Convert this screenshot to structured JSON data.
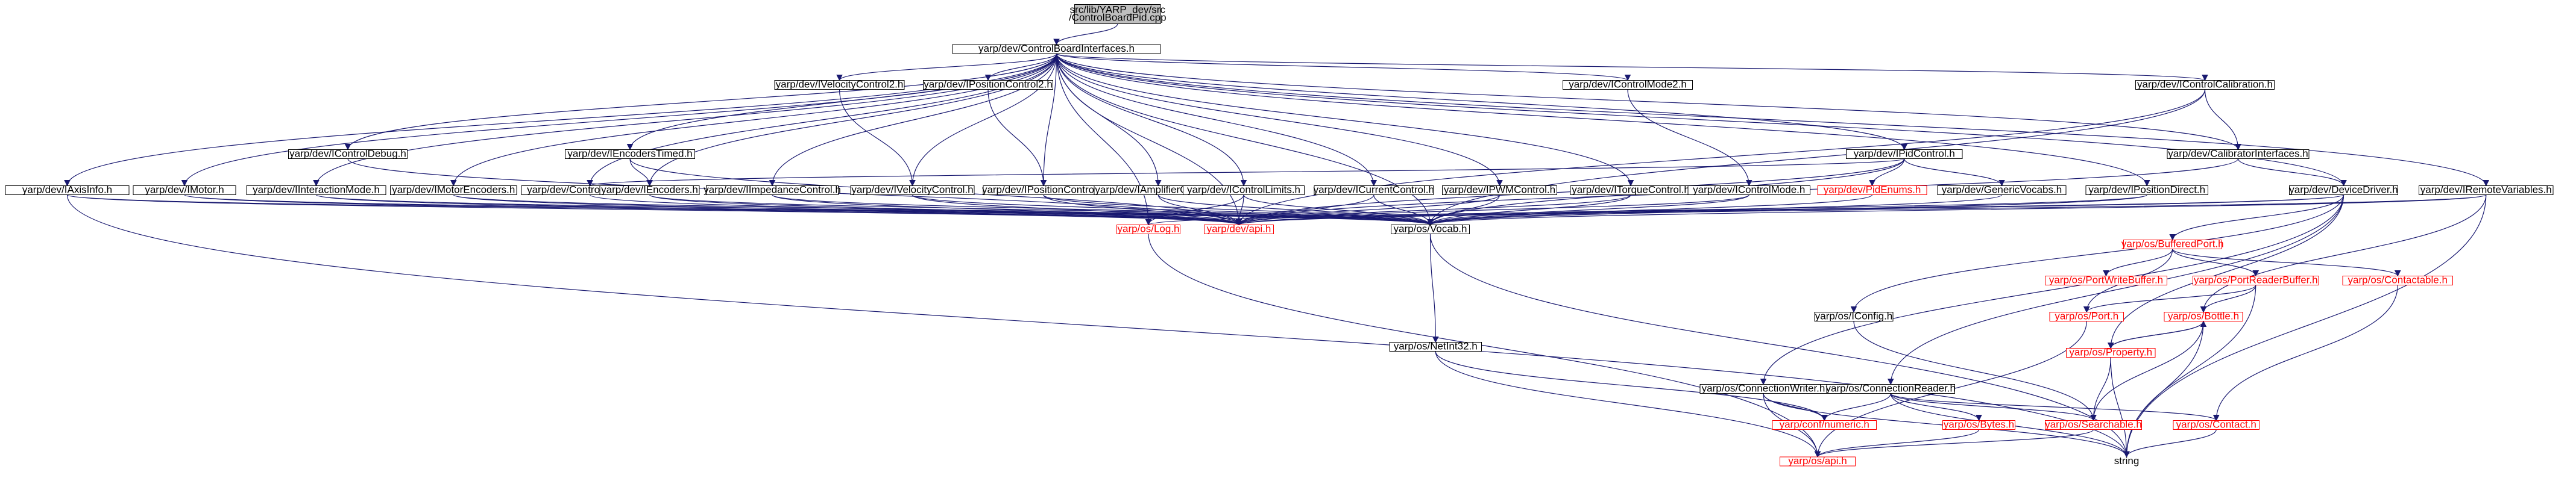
{
  "colors": {
    "edge": "#191970",
    "node_border": "#000000",
    "node_fill": "#ffffff",
    "root_fill": "#bfbfbf",
    "label_normal": "#000000",
    "label_missing": "#ff0000",
    "background": "#ffffff"
  },
  "nodes": [
    {
      "id": "root",
      "lines": [
        "src/lib/YARP_dev/src",
        "/ControlBoardPid.cpp"
      ],
      "kind": "root"
    },
    {
      "id": "cbi",
      "lines": [
        "yarp/dev/ControlBoardInterfaces.h"
      ],
      "kind": "normal"
    },
    {
      "id": "iaxisinfo",
      "lines": [
        "yarp/dev/IAxisInfo.h"
      ],
      "kind": "normal"
    },
    {
      "id": "imotor",
      "lines": [
        "yarp/dev/IMotor.h"
      ],
      "kind": "normal"
    },
    {
      "id": "icontroldebug",
      "lines": [
        "yarp/dev/IControlDebug.h"
      ],
      "kind": "normal"
    },
    {
      "id": "iinteractionmode",
      "lines": [
        "yarp/dev/IInteractionMode.h"
      ],
      "kind": "normal"
    },
    {
      "id": "imotorencoders",
      "lines": [
        "yarp/dev/IMotorEncoders.h"
      ],
      "kind": "normal"
    },
    {
      "id": "controlboardpid",
      "lines": [
        "yarp/dev/ControlBoardPid.h"
      ],
      "kind": "normal"
    },
    {
      "id": "iencoderstimed",
      "lines": [
        "yarp/dev/IEncodersTimed.h"
      ],
      "kind": "normal"
    },
    {
      "id": "iencoders",
      "lines": [
        "yarp/dev/IEncoders.h"
      ],
      "kind": "normal"
    },
    {
      "id": "iimpedancecontrol",
      "lines": [
        "yarp/dev/IImpedanceControl.h"
      ],
      "kind": "normal"
    },
    {
      "id": "ivelocitycontrol2",
      "lines": [
        "yarp/dev/IVelocityControl2.h"
      ],
      "kind": "normal"
    },
    {
      "id": "ivelocitycontrol",
      "lines": [
        "yarp/dev/IVelocityControl.h"
      ],
      "kind": "normal"
    },
    {
      "id": "ipositioncontrol2",
      "lines": [
        "yarp/dev/IPositionControl2.h"
      ],
      "kind": "normal"
    },
    {
      "id": "ipositioncontrol",
      "lines": [
        "yarp/dev/IPositionControl.h"
      ],
      "kind": "normal"
    },
    {
      "id": "iamplifiercontrol",
      "lines": [
        "yarp/dev/IAmplifierControl.h"
      ],
      "kind": "normal"
    },
    {
      "id": "icontrollimits",
      "lines": [
        "yarp/dev/IControlLimits.h"
      ],
      "kind": "normal"
    },
    {
      "id": "icurrentcontrol",
      "lines": [
        "yarp/dev/ICurrentControl.h"
      ],
      "kind": "normal"
    },
    {
      "id": "ipwmcontrol",
      "lines": [
        "yarp/dev/IPWMControl.h"
      ],
      "kind": "normal"
    },
    {
      "id": "itorquecontrol",
      "lines": [
        "yarp/dev/ITorqueControl.h"
      ],
      "kind": "normal"
    },
    {
      "id": "icontrolmode2",
      "lines": [
        "yarp/dev/IControlMode2.h"
      ],
      "kind": "normal"
    },
    {
      "id": "icontrolmode",
      "lines": [
        "yarp/dev/IControlMode.h"
      ],
      "kind": "normal"
    },
    {
      "id": "ipidcontrol",
      "lines": [
        "yarp/dev/IPidControl.h"
      ],
      "kind": "normal"
    },
    {
      "id": "pidenums",
      "lines": [
        "yarp/dev/PidEnums.h"
      ],
      "kind": "missing"
    },
    {
      "id": "genericvocabs",
      "lines": [
        "yarp/dev/GenericVocabs.h"
      ],
      "kind": "normal"
    },
    {
      "id": "ipositiondirect",
      "lines": [
        "yarp/dev/IPositionDirect.h"
      ],
      "kind": "normal"
    },
    {
      "id": "icontrolcalibration",
      "lines": [
        "yarp/dev/IControlCalibration.h"
      ],
      "kind": "normal"
    },
    {
      "id": "calibratorinterfaces",
      "lines": [
        "yarp/dev/CalibratorInterfaces.h"
      ],
      "kind": "normal"
    },
    {
      "id": "devicedriver",
      "lines": [
        "yarp/dev/DeviceDriver.h"
      ],
      "kind": "normal"
    },
    {
      "id": "iremotevariables",
      "lines": [
        "yarp/dev/IRemoteVariables.h"
      ],
      "kind": "normal"
    },
    {
      "id": "log",
      "lines": [
        "yarp/os/Log.h"
      ],
      "kind": "missing"
    },
    {
      "id": "devapi",
      "lines": [
        "yarp/dev/api.h"
      ],
      "kind": "missing"
    },
    {
      "id": "vocab",
      "lines": [
        "yarp/os/Vocab.h"
      ],
      "kind": "normal"
    },
    {
      "id": "netint32",
      "lines": [
        "yarp/os/NetInt32.h"
      ],
      "kind": "normal"
    },
    {
      "id": "iconfig",
      "lines": [
        "yarp/os/IConfig.h"
      ],
      "kind": "normal"
    },
    {
      "id": "bufferedport",
      "lines": [
        "yarp/os/BufferedPort.h"
      ],
      "kind": "missing"
    },
    {
      "id": "portwritebuffer",
      "lines": [
        "yarp/os/PortWriteBuffer.h"
      ],
      "kind": "missing"
    },
    {
      "id": "portreaderbuffer",
      "lines": [
        "yarp/os/PortReaderBuffer.h"
      ],
      "kind": "missing"
    },
    {
      "id": "contactable",
      "lines": [
        "yarp/os/Contactable.h"
      ],
      "kind": "missing"
    },
    {
      "id": "port",
      "lines": [
        "yarp/os/Port.h"
      ],
      "kind": "missing"
    },
    {
      "id": "bottle",
      "lines": [
        "yarp/os/Bottle.h"
      ],
      "kind": "missing"
    },
    {
      "id": "property",
      "lines": [
        "yarp/os/Property.h"
      ],
      "kind": "missing"
    },
    {
      "id": "connectionwriter",
      "lines": [
        "yarp/os/ConnectionWriter.h"
      ],
      "kind": "normal"
    },
    {
      "id": "connectionreader",
      "lines": [
        "yarp/os/ConnectionReader.h"
      ],
      "kind": "normal"
    },
    {
      "id": "confignumeric",
      "lines": [
        "yarp/conf/numeric.h"
      ],
      "kind": "missing"
    },
    {
      "id": "bytes",
      "lines": [
        "yarp/os/Bytes.h"
      ],
      "kind": "missing"
    },
    {
      "id": "searchable",
      "lines": [
        "yarp/os/Searchable.h"
      ],
      "kind": "missing"
    },
    {
      "id": "contact",
      "lines": [
        "yarp/os/Contact.h"
      ],
      "kind": "missing"
    },
    {
      "id": "osapi",
      "lines": [
        "yarp/os/api.h"
      ],
      "kind": "missing"
    },
    {
      "id": "string",
      "lines": [
        "string"
      ],
      "kind": "plain"
    }
  ],
  "edges": [
    [
      "root",
      "cbi"
    ],
    [
      "cbi",
      "iaxisinfo"
    ],
    [
      "cbi",
      "imotor"
    ],
    [
      "cbi",
      "icontroldebug"
    ],
    [
      "cbi",
      "iinteractionmode"
    ],
    [
      "cbi",
      "imotorencoders"
    ],
    [
      "cbi",
      "controlboardpid"
    ],
    [
      "cbi",
      "iencoderstimed"
    ],
    [
      "cbi",
      "iencoders"
    ],
    [
      "cbi",
      "iimpedancecontrol"
    ],
    [
      "cbi",
      "ivelocitycontrol2"
    ],
    [
      "cbi",
      "ivelocitycontrol"
    ],
    [
      "cbi",
      "ipositioncontrol2"
    ],
    [
      "cbi",
      "ipositioncontrol"
    ],
    [
      "cbi",
      "iamplifiercontrol"
    ],
    [
      "cbi",
      "icontrollimits"
    ],
    [
      "cbi",
      "icurrentcontrol"
    ],
    [
      "cbi",
      "ipwmcontrol"
    ],
    [
      "cbi",
      "itorquecontrol"
    ],
    [
      "cbi",
      "icontrolmode2"
    ],
    [
      "cbi",
      "ipidcontrol"
    ],
    [
      "cbi",
      "ipositiondirect"
    ],
    [
      "cbi",
      "icontrolcalibration"
    ],
    [
      "cbi",
      "calibratorinterfaces"
    ],
    [
      "cbi",
      "devicedriver"
    ],
    [
      "cbi",
      "iremotevariables"
    ],
    [
      "cbi",
      "vocab"
    ],
    [
      "cbi",
      "devapi"
    ],
    [
      "cbi",
      "log"
    ],
    [
      "icontroldebug",
      "devapi"
    ],
    [
      "iaxisinfo",
      "devapi"
    ],
    [
      "iaxisinfo",
      "vocab"
    ],
    [
      "iaxisinfo",
      "string"
    ],
    [
      "imotor",
      "devapi"
    ],
    [
      "imotor",
      "vocab"
    ],
    [
      "iinteractionmode",
      "devapi"
    ],
    [
      "iinteractionmode",
      "vocab"
    ],
    [
      "imotorencoders",
      "devapi"
    ],
    [
      "imotorencoders",
      "vocab"
    ],
    [
      "iencoderstimed",
      "iencoders"
    ],
    [
      "iencoderstimed",
      "devapi"
    ],
    [
      "iencoders",
      "devapi"
    ],
    [
      "iencoders",
      "vocab"
    ],
    [
      "controlboardpid",
      "devapi"
    ],
    [
      "iimpedancecontrol",
      "devapi"
    ],
    [
      "iimpedancecontrol",
      "vocab"
    ],
    [
      "ivelocitycontrol2",
      "ivelocitycontrol"
    ],
    [
      "ivelocitycontrol",
      "devapi"
    ],
    [
      "ivelocitycontrol",
      "vocab"
    ],
    [
      "ipositioncontrol2",
      "ipositioncontrol"
    ],
    [
      "ipositioncontrol",
      "devapi"
    ],
    [
      "ipositioncontrol",
      "vocab"
    ],
    [
      "iamplifiercontrol",
      "devapi"
    ],
    [
      "iamplifiercontrol",
      "vocab"
    ],
    [
      "icontrollimits",
      "devapi"
    ],
    [
      "icontrollimits",
      "vocab"
    ],
    [
      "icontrollimits",
      "log"
    ],
    [
      "icurrentcontrol",
      "devapi"
    ],
    [
      "icurrentcontrol",
      "vocab"
    ],
    [
      "ipwmcontrol",
      "devapi"
    ],
    [
      "ipwmcontrol",
      "vocab"
    ],
    [
      "itorquecontrol",
      "devapi"
    ],
    [
      "itorquecontrol",
      "vocab"
    ],
    [
      "icontrolmode2",
      "icontrolmode"
    ],
    [
      "icontrolmode",
      "devapi"
    ],
    [
      "icontrolmode",
      "vocab"
    ],
    [
      "ipidcontrol",
      "controlboardpid"
    ],
    [
      "ipidcontrol",
      "pidenums"
    ],
    [
      "ipidcontrol",
      "genericvocabs"
    ],
    [
      "ipidcontrol",
      "devapi"
    ],
    [
      "ipidcontrol",
      "vocab"
    ],
    [
      "pidenums",
      "vocab"
    ],
    [
      "genericvocabs",
      "vocab"
    ],
    [
      "ipositiondirect",
      "devapi"
    ],
    [
      "ipositiondirect",
      "vocab"
    ],
    [
      "icontrolcalibration",
      "calibratorinterfaces"
    ],
    [
      "icontrolcalibration",
      "devapi"
    ],
    [
      "icontrolcalibration",
      "vocab"
    ],
    [
      "calibratorinterfaces",
      "devicedriver"
    ],
    [
      "calibratorinterfaces",
      "devapi"
    ],
    [
      "devicedriver",
      "iconfig"
    ],
    [
      "devicedriver",
      "bufferedport"
    ],
    [
      "devicedriver",
      "connectionwriter"
    ],
    [
      "devicedriver",
      "connectionreader"
    ],
    [
      "devicedriver",
      "property"
    ],
    [
      "devicedriver",
      "devapi"
    ],
    [
      "devicedriver",
      "log"
    ],
    [
      "iremotevariables",
      "bottle"
    ],
    [
      "iremotevariables",
      "devapi"
    ],
    [
      "iremotevariables",
      "vocab"
    ],
    [
      "iremotevariables",
      "string"
    ],
    [
      "log",
      "osapi"
    ],
    [
      "vocab",
      "netint32"
    ],
    [
      "vocab",
      "string"
    ],
    [
      "netint32",
      "confignumeric"
    ],
    [
      "netint32",
      "osapi"
    ],
    [
      "iconfig",
      "searchable"
    ],
    [
      "bufferedport",
      "portwritebuffer"
    ],
    [
      "bufferedport",
      "portreaderbuffer"
    ],
    [
      "bufferedport",
      "contactable"
    ],
    [
      "bufferedport",
      "port"
    ],
    [
      "portreaderbuffer",
      "port"
    ],
    [
      "portreaderbuffer",
      "bottle"
    ],
    [
      "portreaderbuffer",
      "string"
    ],
    [
      "contactable",
      "contact"
    ],
    [
      "port",
      "osapi"
    ],
    [
      "bottle",
      "property"
    ],
    [
      "bottle",
      "searchable"
    ],
    [
      "bottle",
      "string"
    ],
    [
      "property",
      "bottle"
    ],
    [
      "property",
      "searchable"
    ],
    [
      "property",
      "string"
    ],
    [
      "connectionwriter",
      "confignumeric"
    ],
    [
      "connectionwriter",
      "osapi"
    ],
    [
      "connectionwriter",
      "string"
    ],
    [
      "connectionreader",
      "confignumeric"
    ],
    [
      "connectionreader",
      "bytes"
    ],
    [
      "connectionreader",
      "searchable"
    ],
    [
      "connectionreader",
      "contact"
    ],
    [
      "connectionreader",
      "string"
    ],
    [
      "bytes",
      "osapi"
    ],
    [
      "searchable",
      "osapi"
    ],
    [
      "contact",
      "string"
    ]
  ]
}
